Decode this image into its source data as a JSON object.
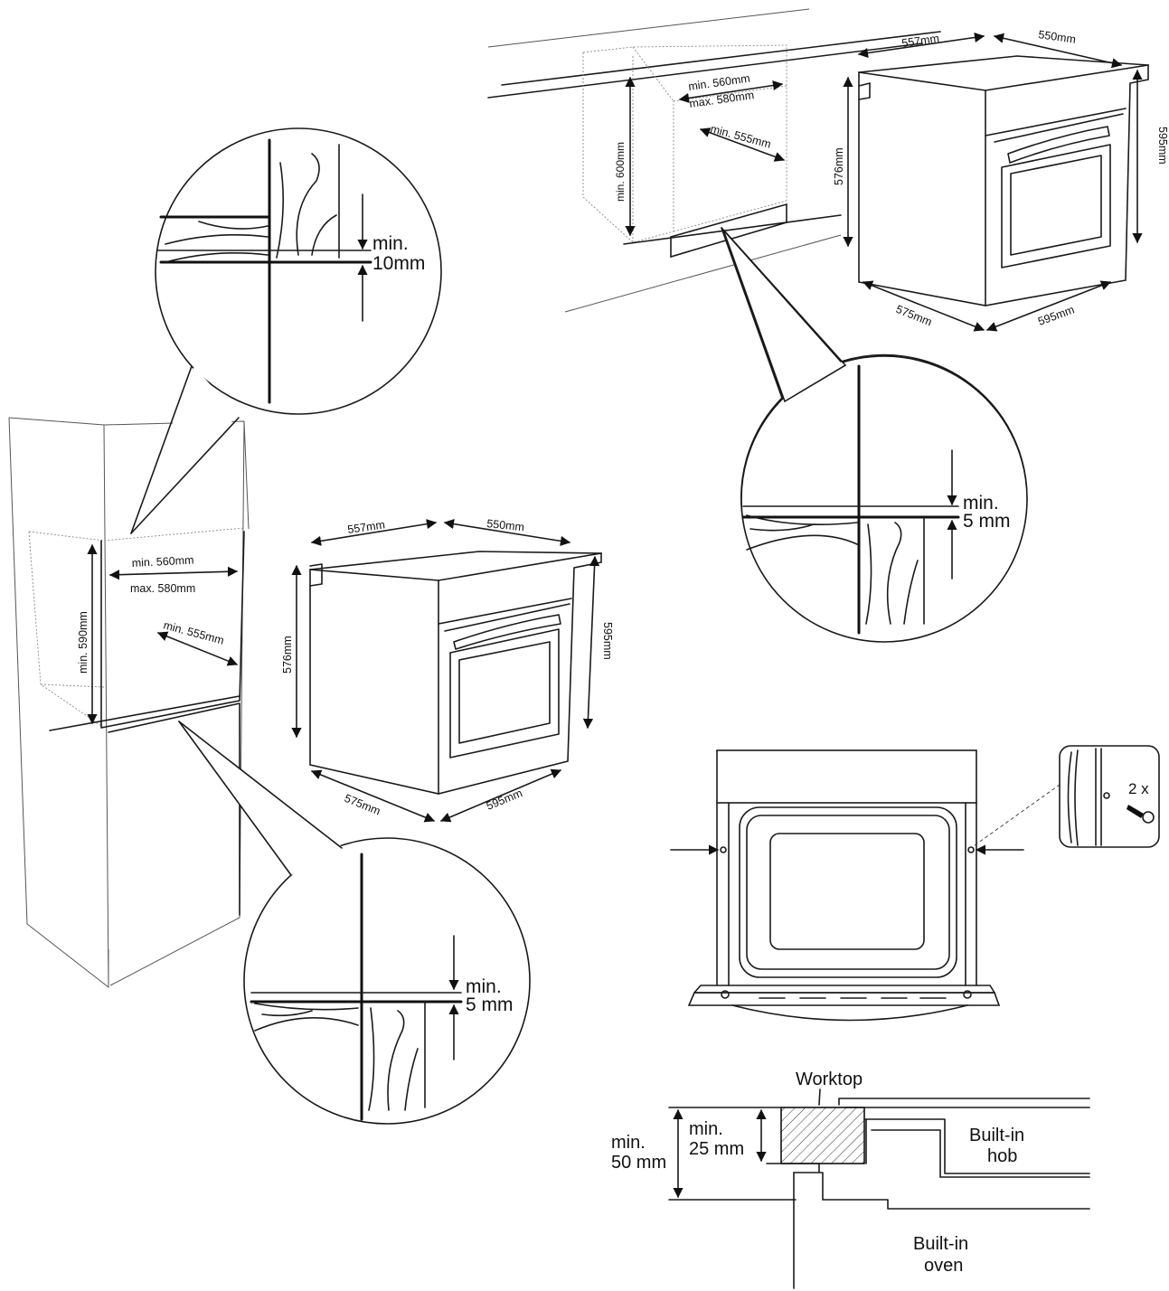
{
  "dims": {
    "d557": "557mm",
    "d550": "550mm",
    "d576": "576mm",
    "d595": "595mm",
    "d575": "575mm",
    "min560": "min. 560mm",
    "max580": "max. 580mm",
    "min555": "min. 555mm",
    "min600": "min. 600mm",
    "min590": "min. 590mm"
  },
  "gaps": {
    "min": "min.",
    "g10": "10mm",
    "g5": "5 mm"
  },
  "screws": {
    "count": "2 x"
  },
  "section": {
    "worktop": "Worktop",
    "min50_a": "min.",
    "min50_b": "50 mm",
    "min25_a": "min.",
    "min25_b": "25 mm",
    "hob_a": "Built-in",
    "hob_b": "hob",
    "oven_a": "Built-in",
    "oven_b": "oven"
  }
}
